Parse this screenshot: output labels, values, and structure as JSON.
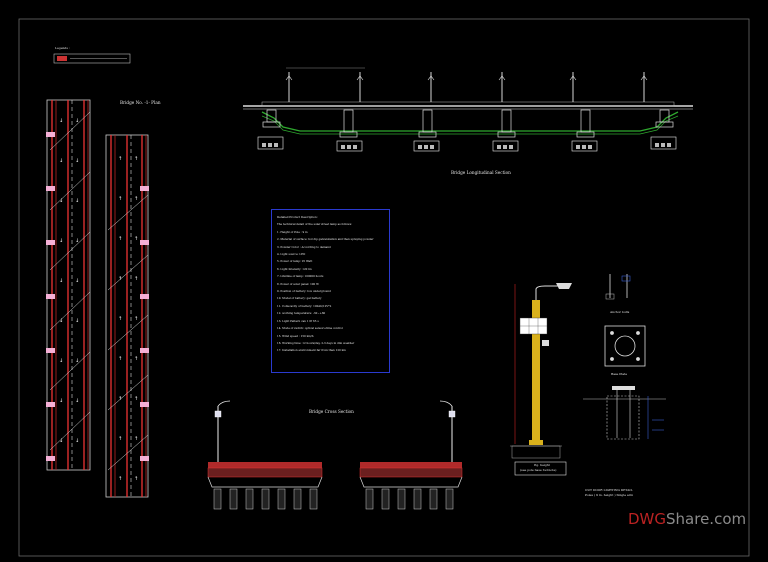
{
  "legend": {
    "title": "Legends :"
  },
  "drawings": {
    "plan_title": "Bridge No. -1- Plan",
    "longitudinal_title": "Bridge Longitudinal Section",
    "cross_title": "Bridge Cross Section",
    "anchor_bolts": "Anchor bolts",
    "base_plate": "Base Plate",
    "ftg_height": "ftg. height",
    "ftg_note": "(see pole base footnote)",
    "lighting_detail_title": "OUT DOOR LIGHTING DETAIL",
    "lighting_detail_sub": "Poles ( 9 m. height ) Single arm"
  },
  "specs": {
    "title": "Detailed Product Description:",
    "intro": "The technical detail of the solar street lamp as follows:",
    "items": [
      "1. Height of Pole : 9 m",
      "2. Material of surface: hot dip galvanization and then spraying powder",
      "3. Powder Color : According to demand",
      "4. Light source: LED",
      "5. Power of lamp: 25 Watt",
      "6. Light Intensity: 120 lm",
      "7. Lifetime of lamp: 100000 hours",
      "8. Power of solar panel: 100 W",
      "9. Position of battery: box underground",
      "10. Model of battery: gel battery",
      "11. Collecavity of battery: 100Ah/12V*2",
      "12. working temperature: -30~+60",
      "13. Light Pattern can 1 IP 65 s",
      "14. Mode of switch: optical sensor+time control",
      "15. Wind speed : 150 km/h",
      "16. Working time: 12 hours/day, 2-3 days in dim weather",
      "17. Installation environment far from than 120 km"
    ]
  },
  "watermark": {
    "part1": "DWG",
    "part2": "Share.com"
  }
}
